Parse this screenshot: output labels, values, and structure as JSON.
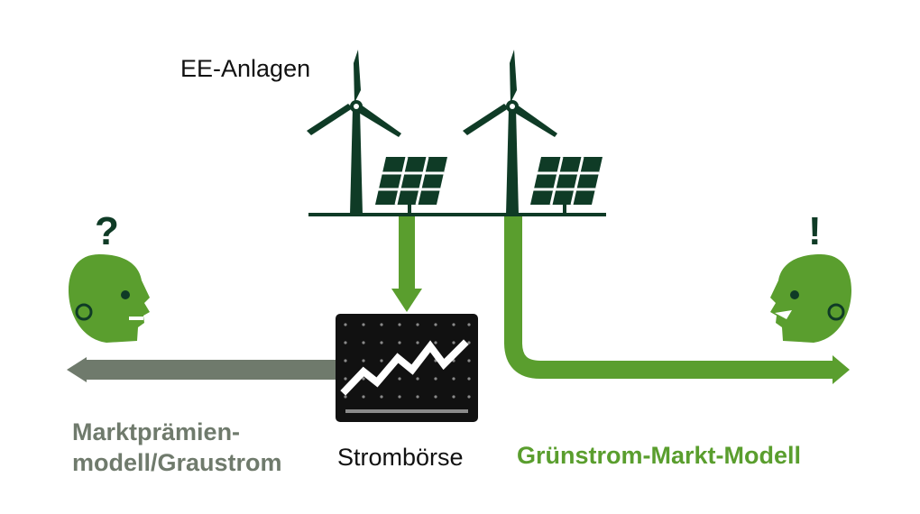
{
  "labels": {
    "ee_anlagen": "EE-Anlagen",
    "stromboerse": "Strombörse",
    "left_model_line1": "Marktprämien-",
    "left_model_line2": "modell/Graustrom",
    "right_model": "Grünstrom-Markt-Modell"
  },
  "marks": {
    "question": "?",
    "exclamation": "!"
  },
  "colors": {
    "dark_green": "#0f3b26",
    "bright_green": "#5a9e2e",
    "gray": "#6f7a6c",
    "screen_black": "#111111"
  },
  "icons": {
    "turbines": [
      "wind-turbine-icon",
      "wind-turbine-icon"
    ],
    "solar_panels": [
      "solar-panel-icon",
      "solar-panel-icon"
    ],
    "exchange_screen": "stock-chart-monitor-icon",
    "heads": [
      "confused-head-icon",
      "happy-head-icon"
    ]
  }
}
